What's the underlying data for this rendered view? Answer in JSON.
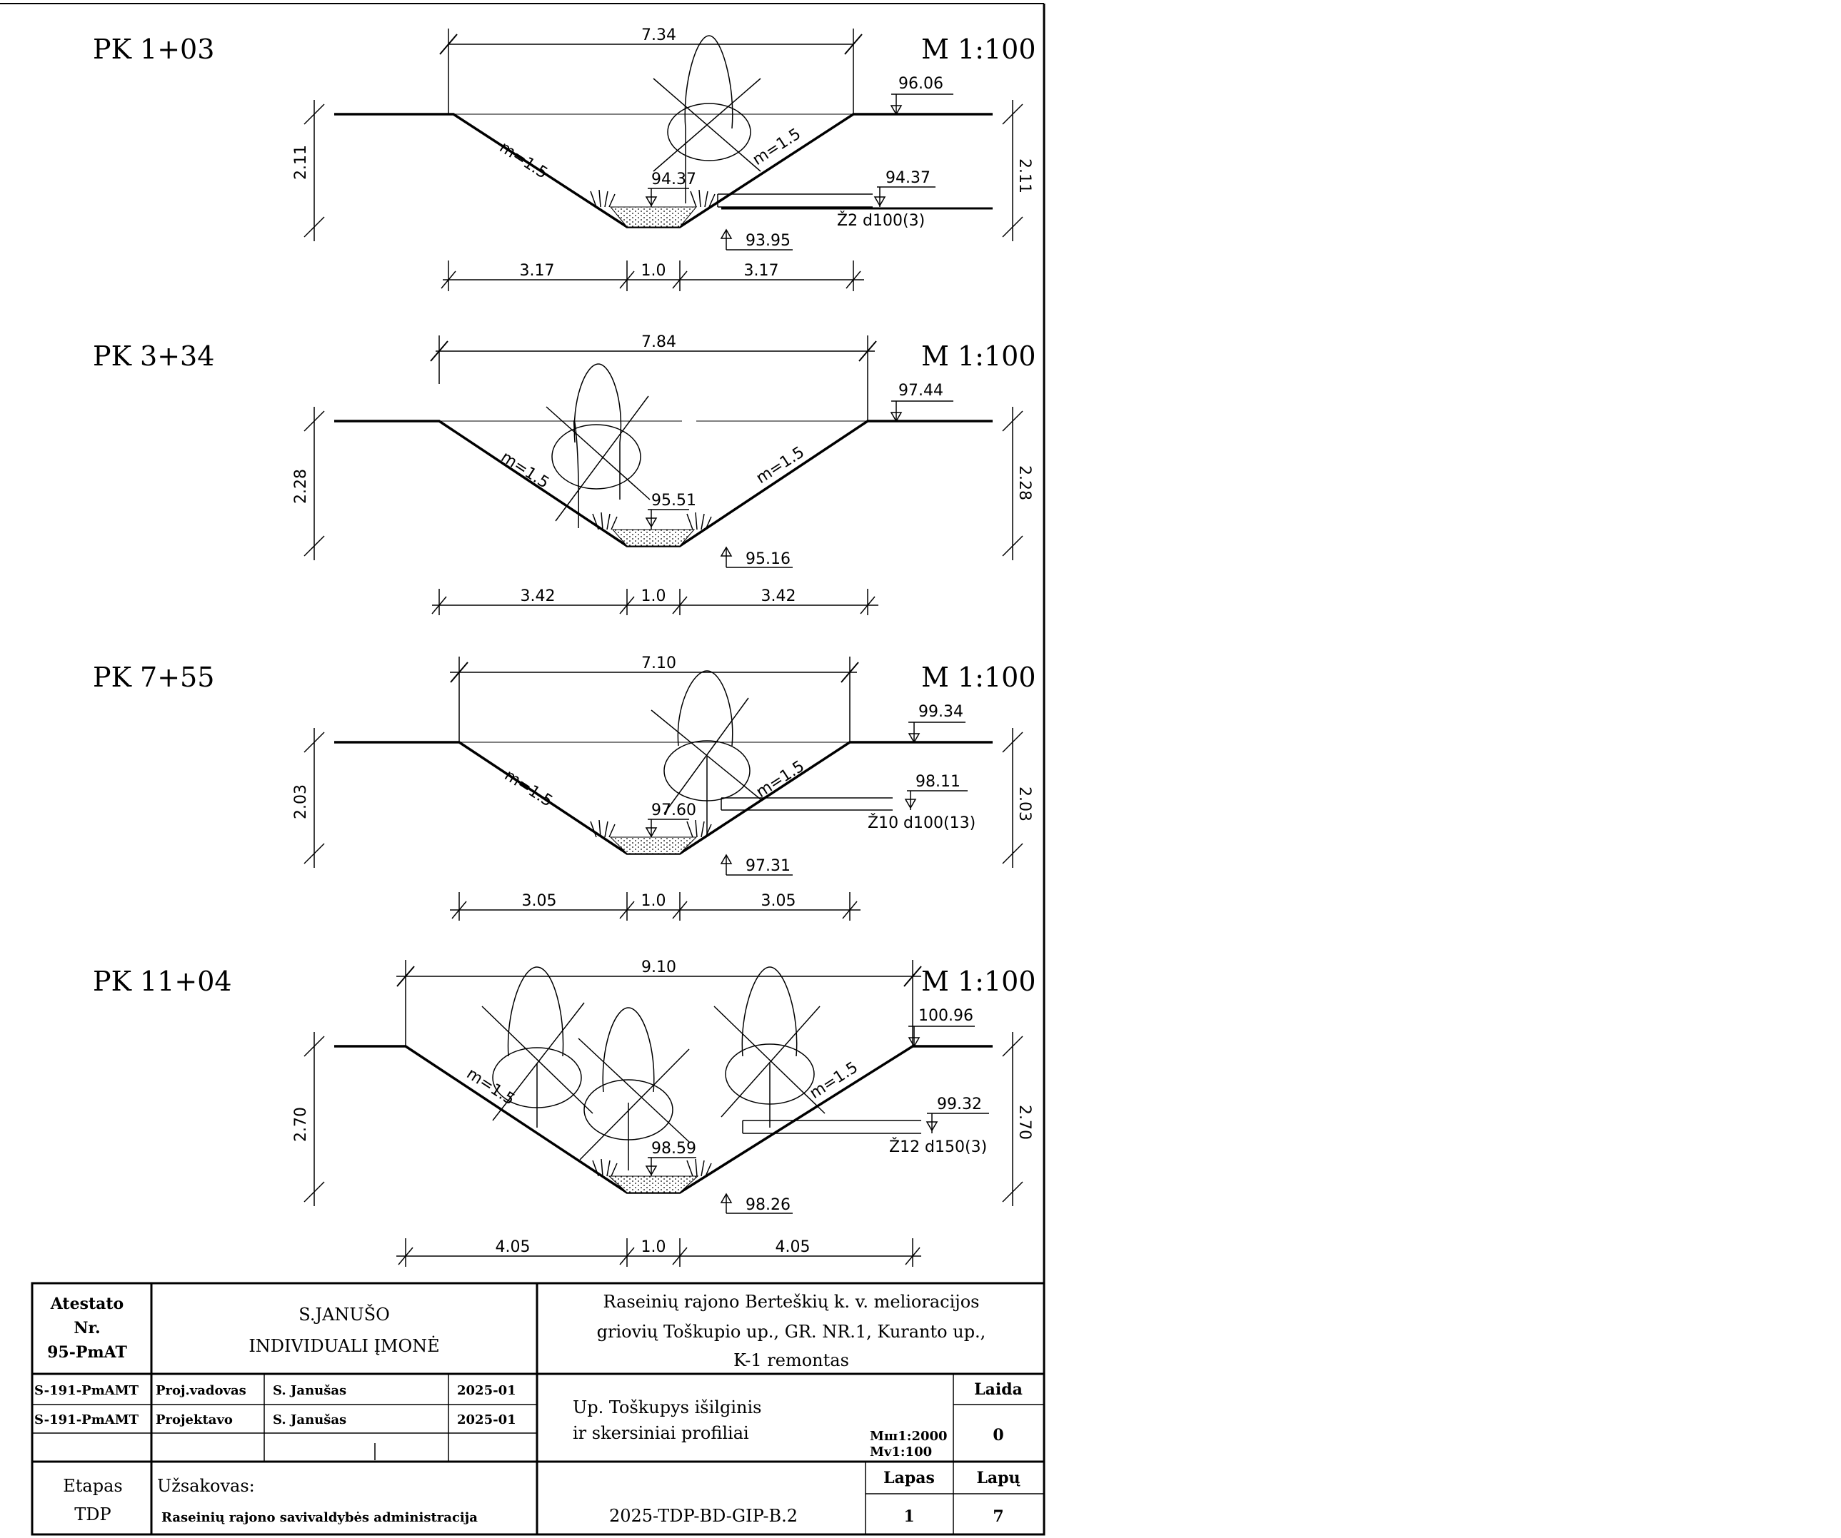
{
  "sections": [
    {
      "station": "PK 1+03",
      "scale": "M 1:100",
      "top_width": "7.34",
      "depth": "2.11",
      "left_slope": "m=1.5",
      "right_slope": "m=1.5",
      "top_level": "96.06",
      "water_level": "94.37",
      "bottom_level": "93.95",
      "bottom_widths": [
        "3.17",
        "1.0",
        "3.17"
      ],
      "drain": {
        "level": "94.37",
        "label": "Ž2  d100(3)"
      }
    },
    {
      "station": "PK 3+34",
      "scale": "M 1:100",
      "top_width": "7.84",
      "depth": "2.28",
      "left_slope": "m=1.5",
      "right_slope": "m=1.5",
      "top_level": "97.44",
      "water_level": "95.51",
      "bottom_level": "95.16",
      "bottom_widths": [
        "3.42",
        "1.0",
        "3.42"
      ],
      "drain": null
    },
    {
      "station": "PK 7+55",
      "scale": "M 1:100",
      "top_width": "7.10",
      "depth": "2.03",
      "left_slope": "m=1.5",
      "right_slope": "m=1.5",
      "top_level": "99.34",
      "water_level": "97.60",
      "bottom_level": "97.31",
      "bottom_widths": [
        "3.05",
        "1.0",
        "3.05"
      ],
      "drain": {
        "level": "98.11",
        "label": "Ž10  d100(13)"
      }
    },
    {
      "station": "PK 11+04",
      "scale": "M 1:100",
      "top_width": "9.10",
      "depth": "2.70",
      "left_slope": "m=1.5",
      "right_slope": "m=1.5",
      "top_level": "100.96",
      "water_level": "98.59",
      "bottom_level": "98.26",
      "bottom_widths": [
        "4.05",
        "1.0",
        "4.05"
      ],
      "drain": {
        "level": "99.32",
        "label": "Ž12  d150(3)"
      }
    }
  ],
  "title_block": {
    "certificate_label": "Atestato",
    "certificate_nr_label": "Nr.",
    "certificate_nr": "95-PmAT",
    "company_line1": "S.JANUŠO",
    "company_line2": "INDIVIDUALI ĮMONĖ",
    "project_title": [
      "Raseinių rajono Berteškių k. v. melioracijos",
      "griovių Toškupio up., GR. NR.1, Kuranto up.,",
      "K-1 remontas"
    ],
    "signatories": [
      {
        "cert": "S-191-PmAMT",
        "role": "Proj.vadovas",
        "name": "S. Janušas",
        "date": "2025-01"
      },
      {
        "cert": "S-191-PmAMT",
        "role": "Projektavo",
        "name": "S. Janušas",
        "date": "2025-01"
      }
    ],
    "drawing_title": [
      "Up. Toškupys išilginis",
      "ir skersiniai profiliai"
    ],
    "scale_h": "Mш1:2000",
    "scale_v": "Mv1:100",
    "edition_label": "Laida",
    "edition": "0",
    "stage_label": "Etapas",
    "stage": "TDP",
    "client_label": "Užsakovas:",
    "client": "Raseinių rajono savivaldybės administracija",
    "document_code": "2025-TDP-BD-GIP-B.2",
    "sheet_label": "Lapas",
    "sheet": "1",
    "sheets_label": "Lapų",
    "sheets": "7"
  }
}
